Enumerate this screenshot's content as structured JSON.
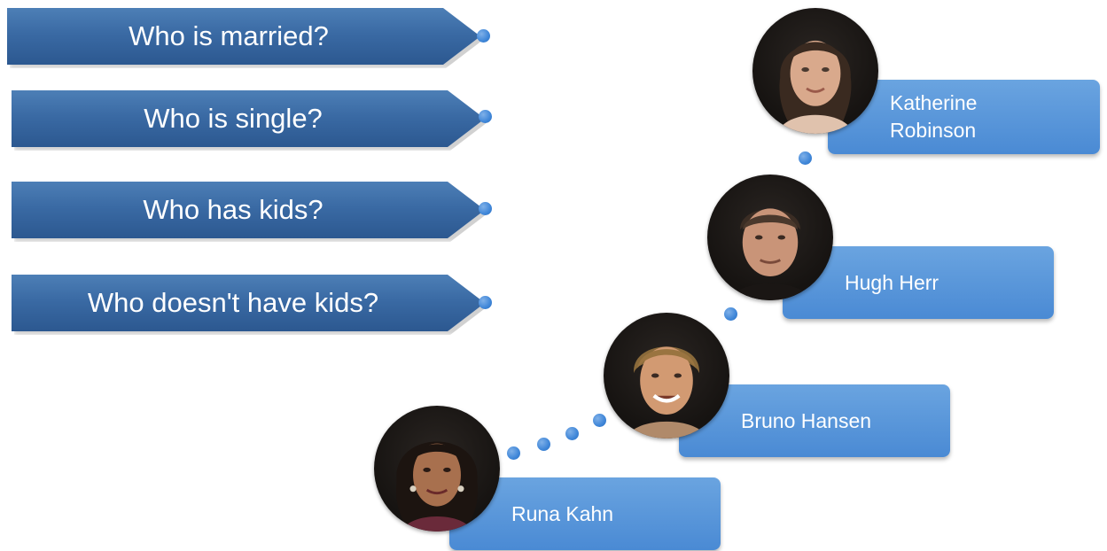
{
  "questions": [
    {
      "label": "Who is married?"
    },
    {
      "label": "Who is single?"
    },
    {
      "label": "Who has kids?"
    },
    {
      "label": "Who doesn't have kids?"
    }
  ],
  "people": [
    {
      "name_line1": "Katherine",
      "name_line2": "Robinson"
    },
    {
      "name": "Hugh Herr"
    },
    {
      "name": "Bruno Hansen"
    },
    {
      "name": "Runa Kahn"
    }
  ],
  "colors": {
    "arrow_dark": "#2c5890",
    "arrow_light": "#4d7fb6",
    "card_fill": "#5b9bd5",
    "dot_fill": "#3f86d8"
  }
}
